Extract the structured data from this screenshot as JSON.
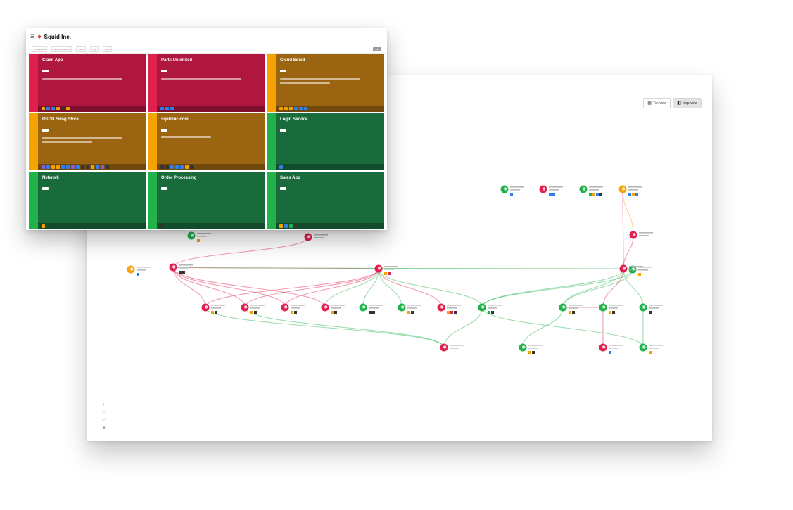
{
  "tiles_window": {
    "title": "Squid Inc.",
    "brand_icon": "squid-logo-icon",
    "nav_items": [
      "Workspaces",
      "All Environments",
      "Views",
      "Tags",
      "Apps"
    ],
    "view_toggle": "Tiles",
    "tiles": [
      {
        "title": "Claim App",
        "status": "critical",
        "stripe": "#e0204e",
        "bg": "#b0173f",
        "chips": [
          "#f5a300",
          "#2f80ed",
          "#2f80ed",
          "#f5a300",
          "#333333",
          "#f5a300"
        ]
      },
      {
        "title": "Parts Unlimited",
        "status": "critical",
        "stripe": "#e0204e",
        "bg": "#b0173f",
        "chips": [
          "#2f80ed",
          "#2f80ed",
          "#2f80ed"
        ]
      },
      {
        "title": "Cloud Squid",
        "status": "warning",
        "stripe": "#f5a300",
        "bg": "#9b6410",
        "chips": [
          "#f5a300",
          "#f5a300",
          "#f5a300",
          "#2f80ed",
          "#2f80ed",
          "#2f80ed"
        ]
      },
      {
        "title": "OSDD Swag Store",
        "status": "warning",
        "stripe": "#f5a300",
        "bg": "#9b6410",
        "chips": [
          "#8e5cd9",
          "#2f80ed",
          "#f5a300",
          "#f5a300",
          "#2f80ed",
          "#2f80ed",
          "#8e5cd9",
          "#2f80ed",
          "#333333",
          "#333333",
          "#f5a300",
          "#2f80ed",
          "#8e5cd9",
          "#333333"
        ]
      },
      {
        "title": "squidinc.com",
        "status": "warning",
        "stripe": "#f5a300",
        "bg": "#9b6410",
        "chips": [
          "#333333",
          "#333333",
          "#2f80ed",
          "#2f80ed",
          "#2f80ed",
          "#f5a300",
          "#333333"
        ]
      },
      {
        "title": "Login Service",
        "status": "healthy",
        "stripe": "#22b24c",
        "bg": "#1a6b3c",
        "chips": [
          "#2f80ed"
        ]
      },
      {
        "title": "Network",
        "status": "healthy",
        "stripe": "#22b24c",
        "bg": "#1a6b3c",
        "chips": [
          "#f5a300"
        ]
      },
      {
        "title": "Order Processing",
        "status": "healthy",
        "stripe": "#22b24c",
        "bg": "#1a6b3c",
        "chips": [
          "#333333"
        ]
      },
      {
        "title": "Sales App",
        "status": "healthy",
        "stripe": "#22b24c",
        "bg": "#1a6b3c",
        "chips": [
          "#f5a300",
          "#2f80ed",
          "#22b24c",
          "#333333"
        ]
      }
    ]
  },
  "graph_window": {
    "toggle": {
      "tiles_label": "Tile view",
      "graph_label": "Map view"
    },
    "zoom_controls": [
      "+",
      "−",
      "⤢",
      "■"
    ],
    "status_colors": {
      "healthy": "#22b24c",
      "warning": "#f5a300",
      "critical": "#e0204e"
    },
    "nodes": [
      {
        "id": "n1",
        "status": "healthy",
        "chips": [
          "#2f80ed"
        ]
      },
      {
        "id": "n2",
        "status": "critical",
        "chips": [
          "#2f80ed",
          "#2f80ed"
        ]
      },
      {
        "id": "n3",
        "status": "healthy",
        "chips": [
          "#22b24c",
          "#f5a300",
          "#2f80ed",
          "#333333"
        ]
      },
      {
        "id": "n4",
        "status": "warning",
        "chips": [
          "#2f80ed",
          "#f5a300",
          "#2f80ed"
        ]
      },
      {
        "id": "n5",
        "status": "critical",
        "chips": []
      },
      {
        "id": "n6",
        "status": "critical",
        "chips": []
      },
      {
        "id": "n7",
        "status": "healthy",
        "chips": [
          "#f5a300"
        ]
      },
      {
        "id": "n8",
        "status": "critical",
        "chips": []
      },
      {
        "id": "n9",
        "status": "warning",
        "chips": [
          "#2f80ed"
        ]
      },
      {
        "id": "n10",
        "status": "critical",
        "chips": [
          "#333333",
          "#333333"
        ]
      },
      {
        "id": "n11",
        "status": "critical",
        "chips": [
          "#f5a300",
          "#e0204e"
        ]
      },
      {
        "id": "n12",
        "status": "healthy",
        "chips": [
          "#f5a300"
        ]
      },
      {
        "id": "n13",
        "status": "critical",
        "chips": [
          "#f5a300",
          "#333333"
        ]
      },
      {
        "id": "n14",
        "status": "critical",
        "chips": [
          "#f5a300",
          "#333333"
        ]
      },
      {
        "id": "n15",
        "status": "critical",
        "chips": [
          "#f5a300",
          "#333333"
        ]
      },
      {
        "id": "n16",
        "status": "critical",
        "chips": [
          "#f5a300",
          "#333333"
        ]
      },
      {
        "id": "n17",
        "status": "healthy",
        "chips": [
          "#333333",
          "#333333"
        ]
      },
      {
        "id": "n18",
        "status": "healthy",
        "chips": [
          "#f5a300",
          "#333333"
        ]
      },
      {
        "id": "n19",
        "status": "critical",
        "chips": [
          "#f5a300",
          "#e0204e",
          "#333333"
        ]
      },
      {
        "id": "n20",
        "status": "healthy",
        "chips": [
          "#22b24c",
          "#333333"
        ]
      },
      {
        "id": "n21",
        "status": "healthy",
        "chips": [
          "#f5a300",
          "#333333"
        ]
      },
      {
        "id": "n22",
        "status": "critical",
        "chips": []
      },
      {
        "id": "n23",
        "status": "healthy",
        "chips": [
          "#f5a300",
          "#333333"
        ]
      },
      {
        "id": "n24",
        "status": "healthy",
        "chips": [
          "#333333"
        ]
      },
      {
        "id": "n25",
        "status": "healthy",
        "chips": [
          "#f5a300",
          "#333333"
        ]
      },
      {
        "id": "n26",
        "status": "healthy",
        "chips": [
          "#f5a300"
        ]
      },
      {
        "id": "n27",
        "status": "critical",
        "chips": [
          "#2f80ed"
        ]
      },
      {
        "id": "n28",
        "status": "healthy",
        "chips": [
          "#f5a300"
        ]
      }
    ],
    "edges": [
      [
        "n10",
        "n13",
        "critical"
      ],
      [
        "n10",
        "n14",
        "critical"
      ],
      [
        "n10",
        "n15",
        "critical"
      ],
      [
        "n10",
        "n16",
        "critical"
      ],
      [
        "n10",
        "n11",
        "critical"
      ],
      [
        "n10",
        "n12",
        "healthy"
      ],
      [
        "n10",
        "n8",
        "critical"
      ],
      [
        "n11",
        "n13",
        "critical"
      ],
      [
        "n11",
        "n14",
        "critical"
      ],
      [
        "n11",
        "n15",
        "critical"
      ],
      [
        "n11",
        "n16",
        "healthy"
      ],
      [
        "n11",
        "n17",
        "healthy"
      ],
      [
        "n11",
        "n18",
        "healthy"
      ],
      [
        "n11",
        "n19",
        "critical"
      ],
      [
        "n11",
        "n20",
        "healthy"
      ],
      [
        "n12",
        "n20",
        "healthy"
      ],
      [
        "n12",
        "n21",
        "healthy"
      ],
      [
        "n22",
        "n20",
        "healthy"
      ],
      [
        "n22",
        "n21",
        "healthy"
      ],
      [
        "n22",
        "n23",
        "critical"
      ],
      [
        "n22",
        "n24",
        "healthy"
      ],
      [
        "n22",
        "n11",
        "healthy"
      ],
      [
        "n6",
        "n22",
        "critical"
      ],
      [
        "n4",
        "n6",
        "warning"
      ],
      [
        "n4",
        "n22",
        "critical"
      ],
      [
        "n21",
        "n25",
        "healthy"
      ],
      [
        "n23",
        "n26",
        "critical"
      ],
      [
        "n23",
        "n27",
        "critical"
      ],
      [
        "n24",
        "n28",
        "healthy"
      ],
      [
        "n20",
        "n5",
        "healthy"
      ],
      [
        "n13",
        "n5",
        "healthy"
      ],
      [
        "n14",
        "n5",
        "healthy"
      ],
      [
        "n20",
        "n28",
        "healthy"
      ]
    ]
  }
}
